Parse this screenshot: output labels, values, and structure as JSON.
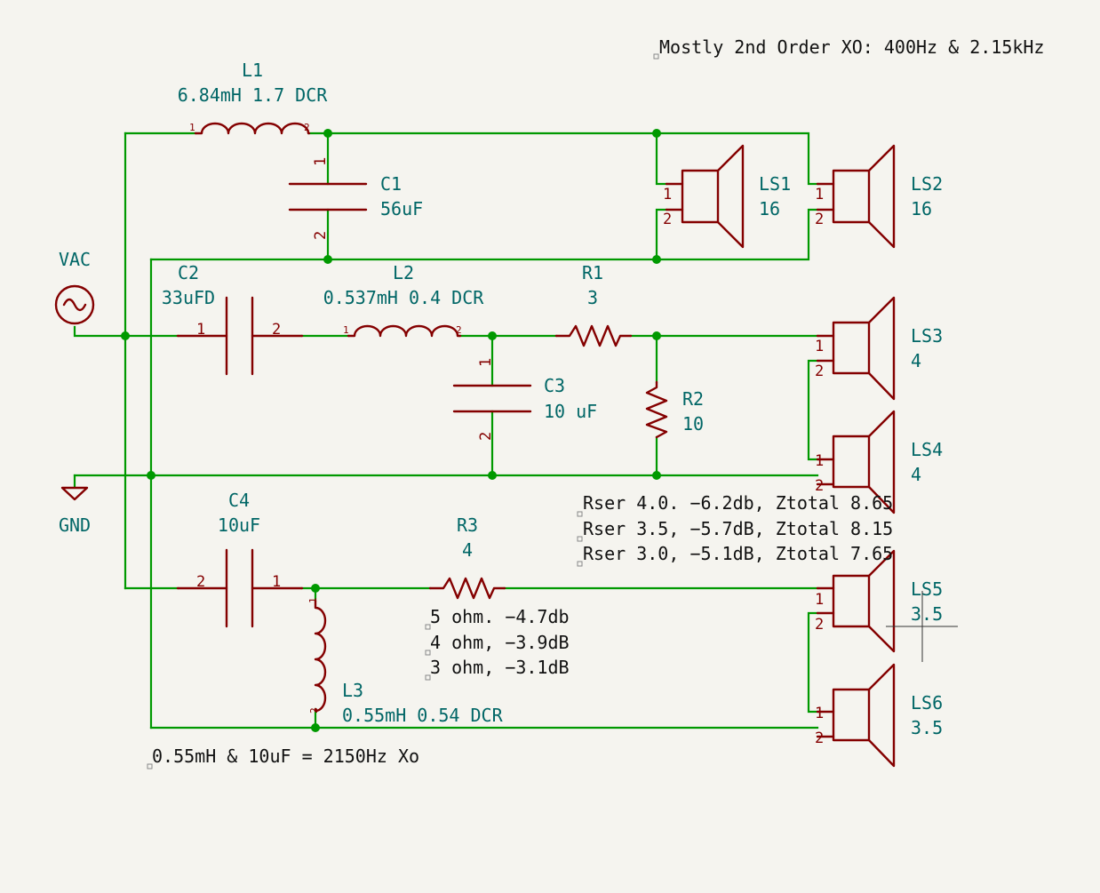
{
  "title": "Mostly 2nd Order XO: 400Hz & 2.15kHz",
  "components": {
    "L1": {
      "ref": "L1",
      "value": "6.84mH 1.7 DCR"
    },
    "C1": {
      "ref": "C1",
      "value": "56uF"
    },
    "LS1": {
      "ref": "LS1",
      "value": "16"
    },
    "LS2": {
      "ref": "LS2",
      "value": "16"
    },
    "VAC": {
      "ref": "VAC"
    },
    "C2": {
      "ref": "C2",
      "value": "33uFD"
    },
    "L2": {
      "ref": "L2",
      "value": "0.537mH 0.4 DCR"
    },
    "R1": {
      "ref": "R1",
      "value": "3"
    },
    "LS3": {
      "ref": "LS3",
      "value": "4"
    },
    "C3": {
      "ref": "C3",
      "value": "10 uF"
    },
    "R2": {
      "ref": "R2",
      "value": "10"
    },
    "LS4": {
      "ref": "LS4",
      "value": "4"
    },
    "GND": {
      "ref": "GND"
    },
    "C4": {
      "ref": "C4",
      "value": "10uF"
    },
    "R3": {
      "ref": "R3",
      "value": "4"
    },
    "LS5": {
      "ref": "LS5",
      "value": "3.5"
    },
    "L3": {
      "ref": "L3",
      "value": "0.55mH 0.54 DCR"
    },
    "LS6": {
      "ref": "LS6",
      "value": "3.5"
    }
  },
  "pin_labels": {
    "one": "1",
    "two": "2"
  },
  "notes": {
    "rser1": "Rser 4.0. −6.2db, Ztotal 8.65",
    "rser2": "Rser 3.5, −5.7dB, Ztotal 8.15",
    "rser3": "Rser 3.0, −5.1dB, Ztotal 7.65",
    "ohm1": "5 ohm. −4.7db",
    "ohm2": "4 ohm, −3.9dB",
    "ohm3": "3 ohm, −3.1dB",
    "xo": "0.55mH & 10uF = 2150Hz Xo"
  },
  "colors": {
    "wire": "#009900",
    "component": "#840000",
    "reference": "#006666",
    "background": "#f5f4ef"
  }
}
